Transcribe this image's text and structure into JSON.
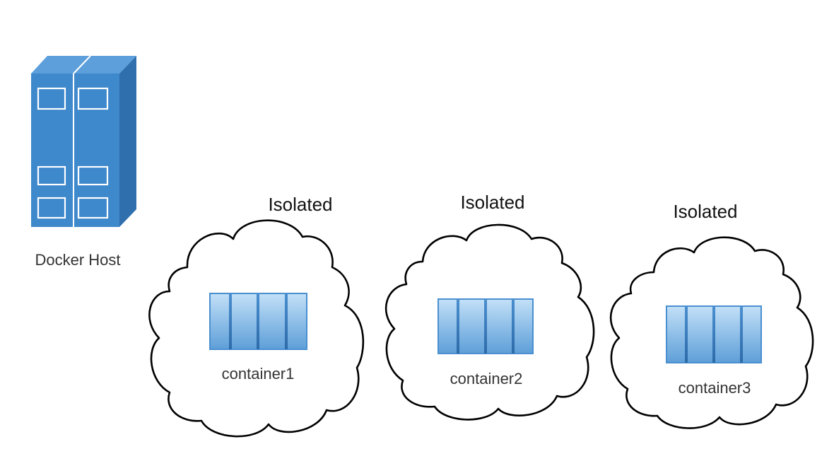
{
  "diagram": {
    "host": {
      "label": "Docker Host",
      "icon": "server-icon"
    },
    "containers": [
      {
        "name": "container1",
        "isolation_label": "Isolated",
        "icon": "container-icon"
      },
      {
        "name": "container2",
        "isolation_label": "Isolated",
        "icon": "container-icon"
      },
      {
        "name": "container3",
        "isolation_label": "Isolated",
        "icon": "container-icon"
      }
    ],
    "colors": {
      "server_front": "#3e88cc",
      "server_side": "#2f6fad",
      "server_top": "#5c9fdb",
      "server_outline": "#ffffff",
      "container_light": "#a9cff0",
      "container_dark": "#3f83c4",
      "cloud_outline": "#000000"
    }
  }
}
